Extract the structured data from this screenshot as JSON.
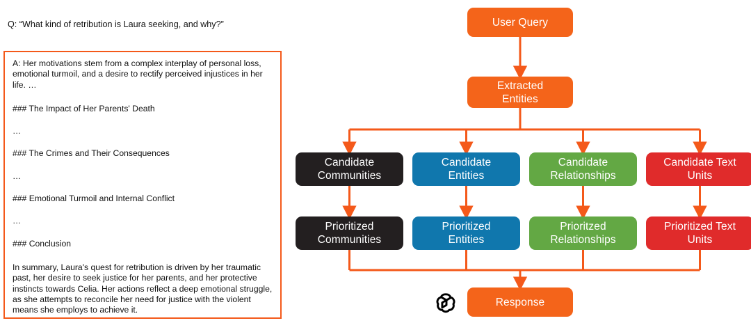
{
  "qa": {
    "question": "Q: “What kind of retribution is Laura seeking, and why?”",
    "answer": {
      "intro": "A: Her motivations stem from a complex interplay of personal loss, emotional turmoil, and a desire to rectify perceived injustices in her life. …",
      "heading_1": "### The Impact of Her Parents' Death",
      "ellipsis_1": "…",
      "heading_2": "### The Crimes and Their Consequences",
      "ellipsis_2": "…",
      "heading_3": "### Emotional Turmoil and Internal Conflict",
      "ellipsis_3": "…",
      "heading_4": "### Conclusion",
      "summary": "In summary, Laura's quest for retribution is driven by her traumatic past, her desire to seek justice for her parents, and her protective instincts towards Celia. Her actions reflect a deep emotional struggle, as she attempts to reconcile her need for justice with the violent means she employs to achieve it."
    }
  },
  "flow": {
    "nodes": {
      "user_query": "User Query",
      "extracted_entities": "Extracted\nEntities",
      "candidate_communities": "Candidate\nCommunities",
      "candidate_entities": "Candidate\nEntities",
      "candidate_relationships": "Candidate\nRelationships",
      "candidate_text_units": "Candidate Text\nUnits",
      "prioritized_communities": "Prioritized\nCommunities",
      "prioritized_entities": "Prioritized\nEntities",
      "prioritized_relationships": "Prioritzed\nRelationships",
      "prioritized_text_units": "Prioritized Text\nUnits",
      "response": "Response"
    },
    "logo": "openai-logo"
  },
  "colors": {
    "orange": "#f4641a",
    "orange_border": "#f4591a",
    "black": "#231f20",
    "blue": "#1077ad",
    "green": "#63a844",
    "red": "#e02b2b",
    "connector": "#f4591a",
    "text_on_node": "#ffffff",
    "body_text": "#111111"
  }
}
